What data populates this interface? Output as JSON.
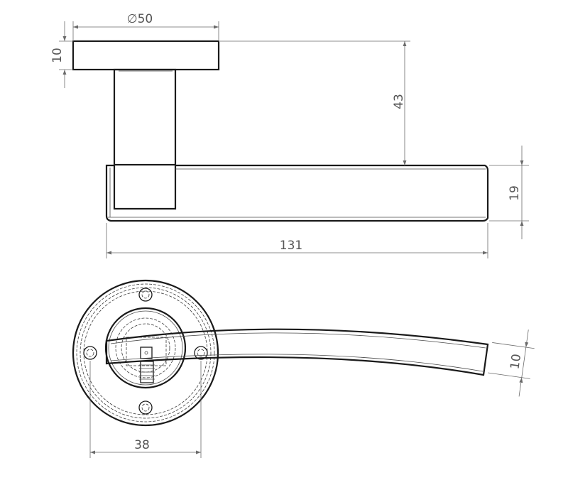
{
  "drawing": {
    "dimensions": {
      "rose_diameter": "∅50",
      "rose_thickness": "10",
      "rose_to_lever": "43",
      "lever_height": "19",
      "overall_length": "131",
      "fixing_centres": "38",
      "lever_end_width": "10"
    }
  }
}
